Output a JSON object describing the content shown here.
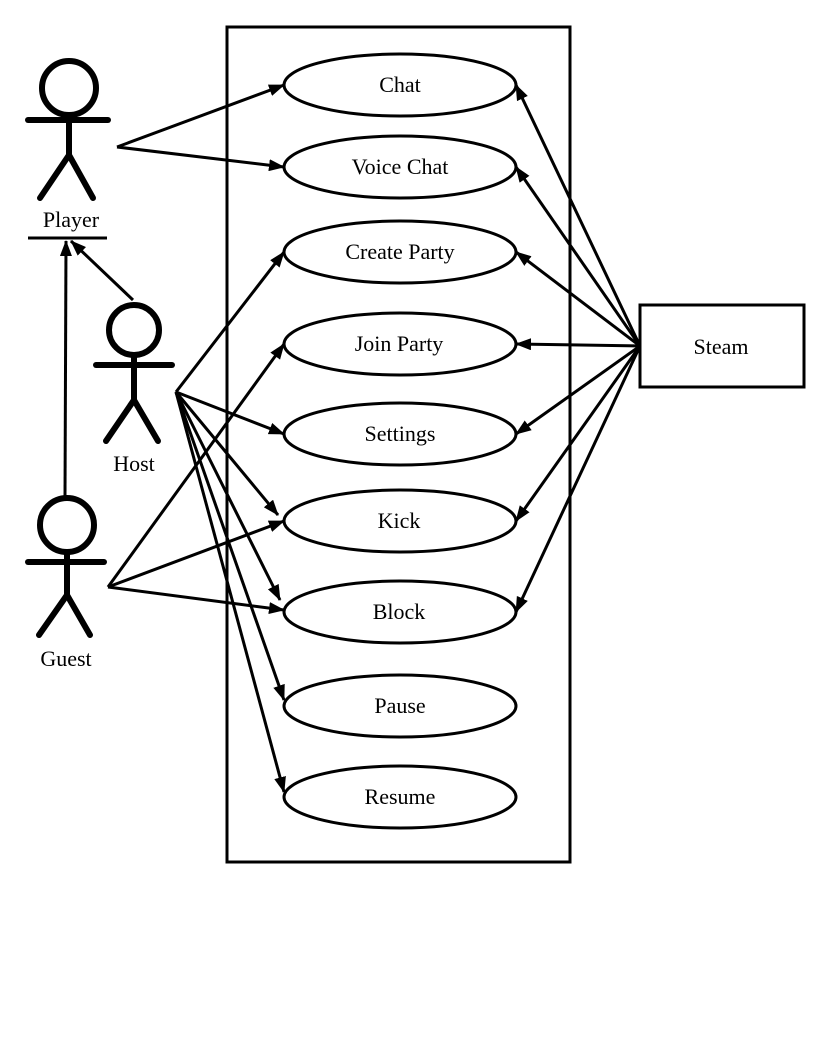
{
  "actors": {
    "player": "Player",
    "host": "Host",
    "guest": "Guest"
  },
  "use_cases": {
    "chat": "Chat",
    "voice_chat": "Voice Chat",
    "create_party": "Create Party",
    "join_party": "Join Party",
    "settings": "Settings",
    "kick": "Kick",
    "block": "Block",
    "pause": "Pause",
    "resume": "Resume"
  },
  "external": {
    "steam": "Steam"
  }
}
